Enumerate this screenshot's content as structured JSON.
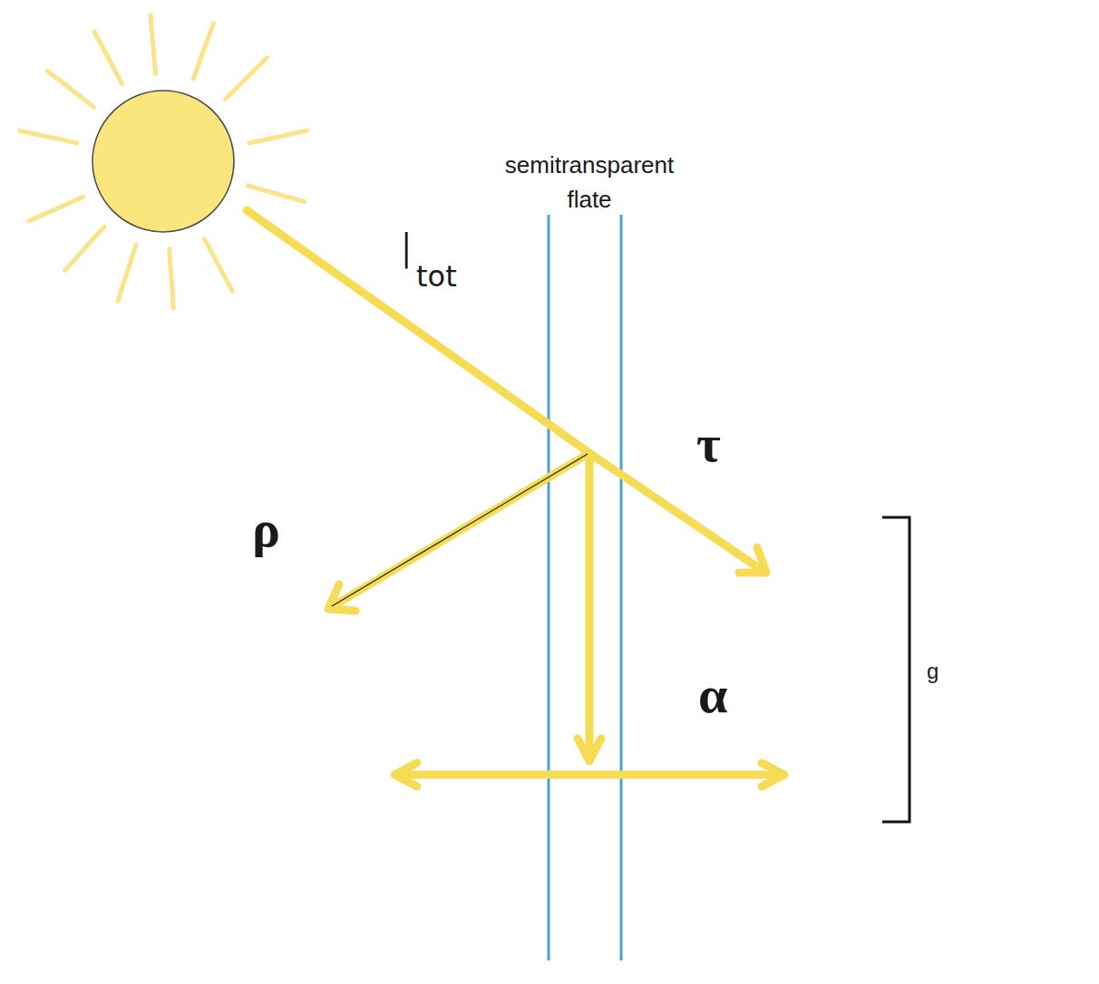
{
  "diagram": {
    "labels": [
      "semitransparent flate",
      "I",
      "tot",
      "τ",
      "ρ",
      "α",
      "g"
    ]
  }
}
